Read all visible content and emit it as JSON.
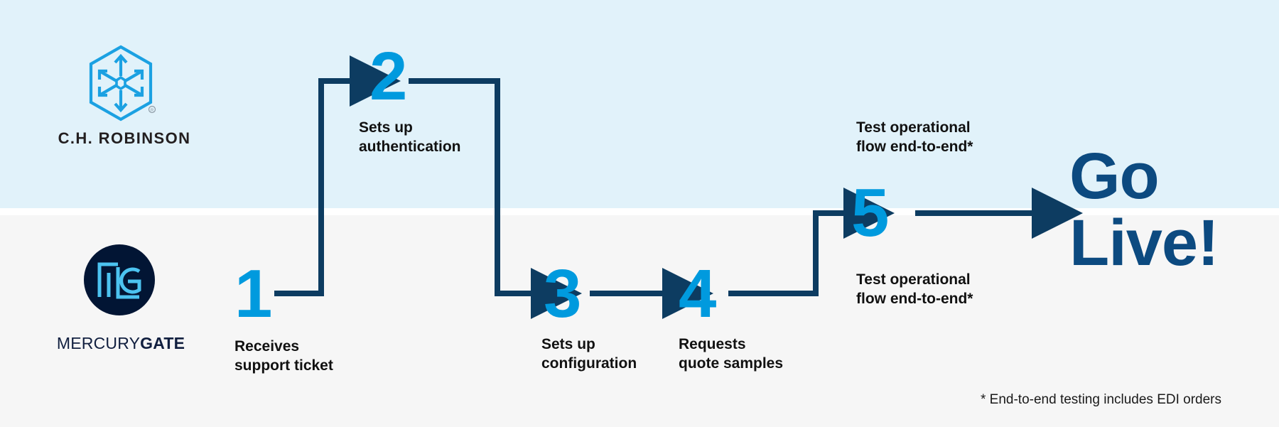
{
  "theme": {
    "band_top_color": "#e1f2fa",
    "band_bottom_color": "#f6f6f6",
    "number_color": "#009ade",
    "connector_color": "#0d3c61",
    "golive_color": "#0c4a80",
    "caption_color": "#111111",
    "mercurygate_navy": "#021534"
  },
  "lanes": {
    "top_lane_owner": "C.H. ROBINSON",
    "bottom_lane_owner": "MERCURYGATE"
  },
  "logos": {
    "chrobinson": {
      "name": "C.H. ROBINSON",
      "icon": "hexagon-arrows-logo",
      "registered_mark": "®"
    },
    "mercurygate": {
      "mark_text": "MG",
      "wordmark_light": "MERCURY",
      "wordmark_bold": "GATE",
      "icon": "mercurygate-circle-logo"
    }
  },
  "steps": [
    {
      "number": "1",
      "caption": "Receives\nsupport ticket",
      "lane": "bottom"
    },
    {
      "number": "2",
      "caption": "Sets up\nauthentication",
      "lane": "top"
    },
    {
      "number": "3",
      "caption": "Sets up\nconfiguration",
      "lane": "bottom"
    },
    {
      "number": "4",
      "caption": "Requests\nquote samples",
      "lane": "bottom"
    },
    {
      "number": "5",
      "caption_above": "Test operational\nflow end-to-end*",
      "caption_below": "Test operational\nflow end-to-end*",
      "lane": "top"
    }
  ],
  "outcome": {
    "label": "Go\nLive!"
  },
  "footnote": {
    "text": "* End-to-end testing includes EDI orders"
  }
}
